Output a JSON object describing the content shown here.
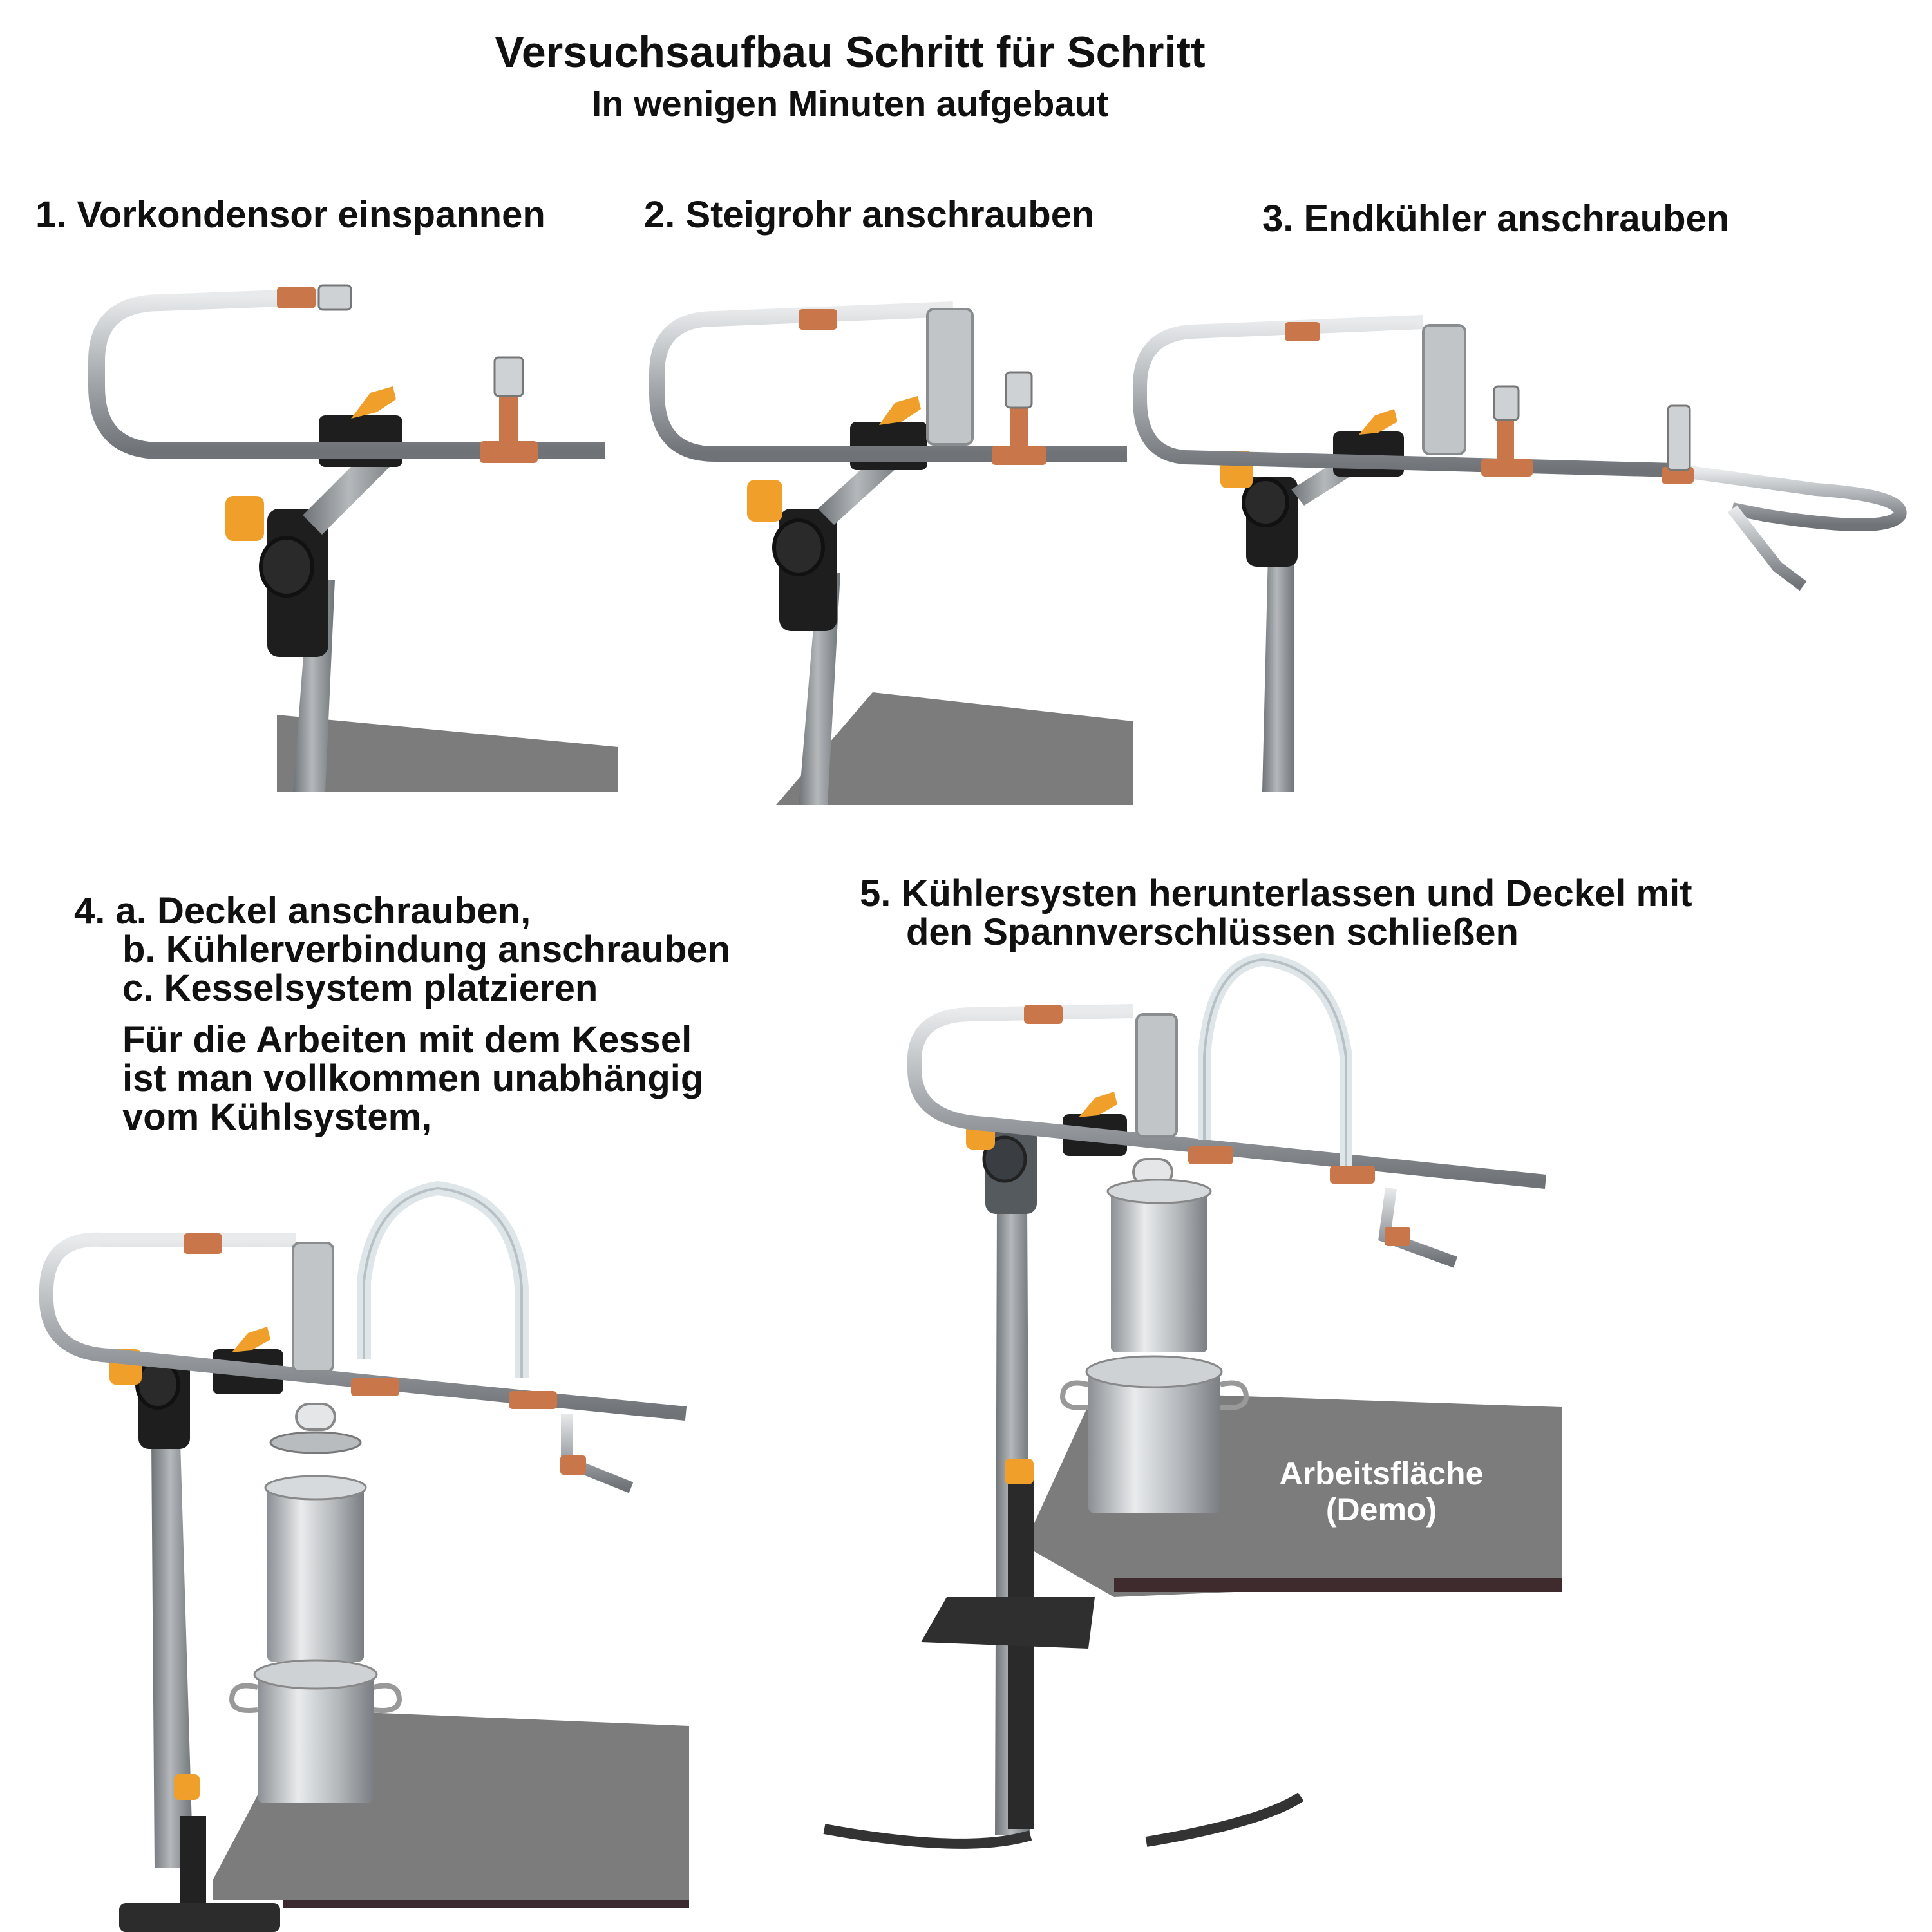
{
  "header": {
    "title": "Versuchsaufbau Schritt für Schritt",
    "subtitle": "In wenigen Minuten aufgebaut"
  },
  "steps": {
    "step1": "1. Vorkondensor einspannen",
    "step2": "2. Steigrohr anschrauben",
    "step3": "3. Endkühler anschrauben",
    "step4": {
      "lines": [
        "4. a. Deckel anschrauben,",
        "b. Kühlerverbindung anschrauben",
        "c. Kesselsystem platzieren"
      ],
      "note": [
        "Für die Arbeiten mit dem Kessel",
        "ist man vollkommen unabhängig",
        "vom Kühlsystem,"
      ]
    },
    "step5": {
      "lines": [
        "5. Kühlersysten herunterlassen und Deckel mit",
        "den Spannverschlüssen schließen"
      ]
    }
  },
  "worksurface_label": [
    "Arbeitsfläche",
    "(Demo)"
  ],
  "colors": {
    "steel": "#b9bcbf",
    "copper": "#c9774a",
    "clamp_orange": "#f0a02a",
    "pole_grey": "#8f9498",
    "table_grey": "#7c7c7c",
    "hose": "#dfe6ea"
  }
}
